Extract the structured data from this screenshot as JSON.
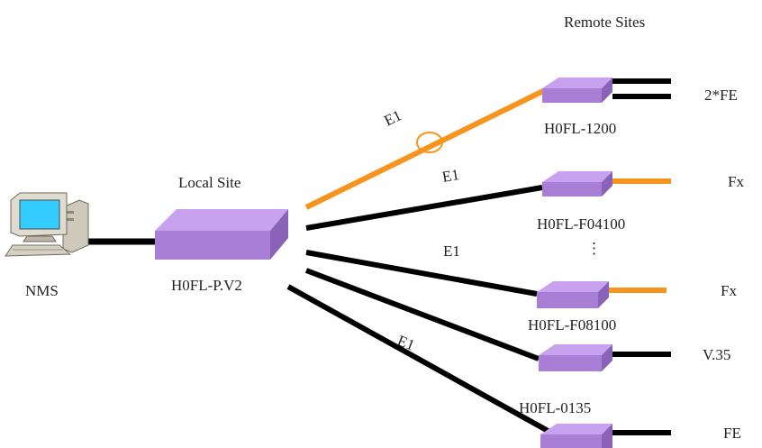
{
  "headers": {
    "remote_sites": "Remote Sites",
    "local_site": "Local Site"
  },
  "nms": {
    "label": "NMS",
    "icon": "computer-icon"
  },
  "local_device": {
    "label": "H0FL-P.V2"
  },
  "link_labels": [
    "E1",
    "E1",
    "E1",
    "E1"
  ],
  "remote_devices": [
    {
      "label": "H0FL-1200",
      "port": "2*FE"
    },
    {
      "label": "H0FL-F04100",
      "port": "Fx"
    },
    {
      "label": "H0FL-F08100",
      "port": "Fx"
    },
    {
      "label": "H0FL-0135",
      "port": "V.35"
    },
    {
      "label": "",
      "port": "FE"
    }
  ],
  "ellipsis": "⋮",
  "colors": {
    "device_top": "#c9a2ef",
    "device_front": "#a97fd6",
    "device_side": "#8a62b8",
    "link_black": "#000000",
    "link_orange": "#f7941d",
    "monitor_screen": "#33ccff",
    "computer_case": "#d8d4c8"
  }
}
